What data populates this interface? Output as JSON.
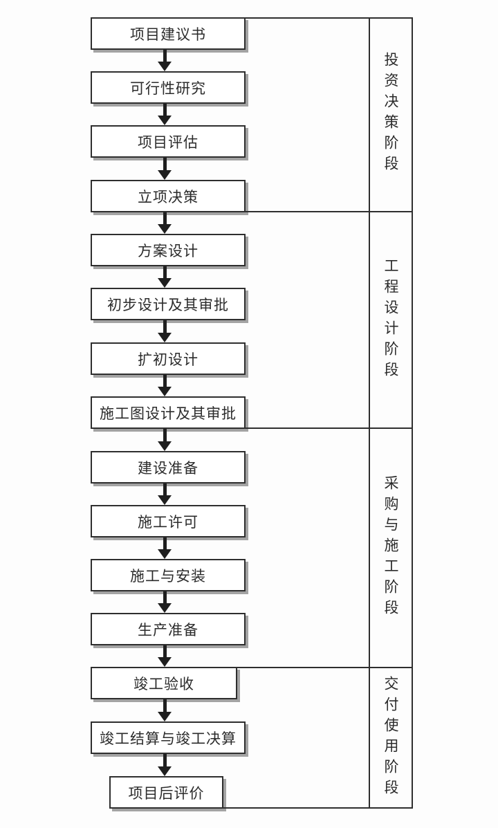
{
  "flowchart": {
    "steps": [
      {
        "label": "项目建议书"
      },
      {
        "label": "可行性研究"
      },
      {
        "label": "项目评估"
      },
      {
        "label": "立项决策"
      },
      {
        "label": "方案设计"
      },
      {
        "label": "初步设计及其审批"
      },
      {
        "label": "扩初设计"
      },
      {
        "label": "施工图设计及其审批"
      },
      {
        "label": "建设准备"
      },
      {
        "label": "施工许可"
      },
      {
        "label": "施工与安装"
      },
      {
        "label": "生产准备"
      },
      {
        "label": "竣工验收"
      },
      {
        "label": "竣工结算与竣工决算"
      },
      {
        "label": "项目后评价"
      }
    ]
  },
  "phases": [
    {
      "label": "投资决策阶段"
    },
    {
      "label": "工程设计阶段"
    },
    {
      "label": "采购与施工阶段"
    },
    {
      "label": "交付使用阶段"
    }
  ],
  "colors": {
    "line": "#2e2e2e",
    "arrow": "#1f1f1f",
    "shadow": "#a3a3a3",
    "background": "#ffffff",
    "text": "#2b2b2b"
  }
}
